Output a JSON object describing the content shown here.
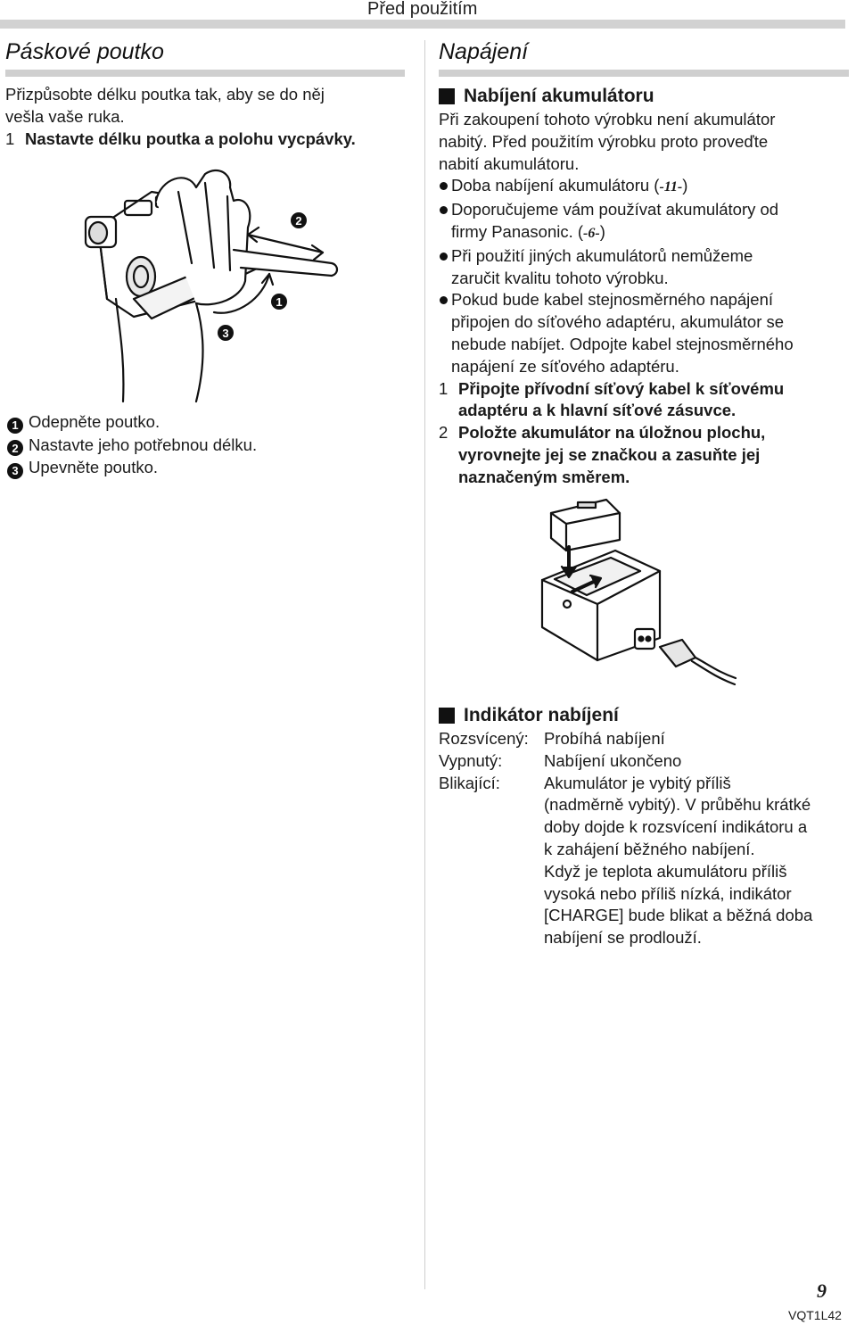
{
  "header": {
    "section_label": "Před použitím"
  },
  "left": {
    "title": "Páskové poutko",
    "intro": [
      "Přizpůsobte délku poutka tak, aby se do něj",
      "vešla vaše ruka."
    ],
    "step1": {
      "num": "1",
      "text": "Nastavte délku poutka a polohu vycpávky."
    },
    "figure_labels": [
      "1",
      "2",
      "3"
    ],
    "legend": [
      {
        "num": "1",
        "text": "Odepněte poutko."
      },
      {
        "num": "2",
        "text": "Nastavte jeho potřebnou délku."
      },
      {
        "num": "3",
        "text": "Upevněte poutko."
      }
    ]
  },
  "right": {
    "title": "Napájení",
    "sub1": "Nabíjení akumulátoru",
    "intro": [
      "Při zakoupení tohoto výrobku není akumulátor",
      "nabitý. Před použitím výrobku proto proveďte",
      "nabití akumulátoru."
    ],
    "b1": {
      "text": "Doba nabíjení akumulátoru (",
      "ref": "-11-",
      "end": ")"
    },
    "b2": {
      "line1": "Doporučujeme vám používat akumulátory od",
      "line2": "firmy Panasonic. (",
      "ref": "-6-",
      "end": ")"
    },
    "b3": {
      "line1": "Při použití jiných akumulátorů nemůžeme",
      "line2": "zaručit kvalitu tohoto výrobku."
    },
    "b4": {
      "lines": [
        "Pokud bude kabel stejnosměrného napájení",
        "připojen do síťového adaptéru, akumulátor se",
        "nebude nabíjet. Odpojte kabel stejnosměrného",
        "napájení ze síťového adaptéru."
      ]
    },
    "step1": {
      "num": "1",
      "lines": [
        "Připojte přívodní síťový kabel k síťovému",
        "adaptéru a k hlavní síťové zásuvce."
      ]
    },
    "step2": {
      "num": "2",
      "lines": [
        "Položte akumulátor na úložnou plochu,",
        "vyrovnejte jej se značkou a zasuňte jej",
        "naznačeným směrem."
      ]
    },
    "sub2": "Indikátor nabíjení",
    "status": [
      {
        "k": "Rozsvícený:",
        "lines": [
          "Probíhá nabíjení"
        ]
      },
      {
        "k": "Vypnutý:",
        "lines": [
          "Nabíjení ukončeno"
        ]
      },
      {
        "k": "Blikající:",
        "lines": [
          "Akumulátor je vybitý příliš",
          "(nadměrně vybitý). V průběhu krátké",
          "doby dojde k rozsvícení indikátoru a",
          "k zahájení běžného nabíjení.",
          "Když je teplota akumulátoru příliš",
          "vysoká nebo příliš nízká, indikátor",
          "[CHARGE] bude blikat a běžná doba",
          "nabíjení se prodlouží."
        ]
      }
    ]
  },
  "footer": {
    "page_number": "9",
    "doc_code": "VQT1L42"
  }
}
